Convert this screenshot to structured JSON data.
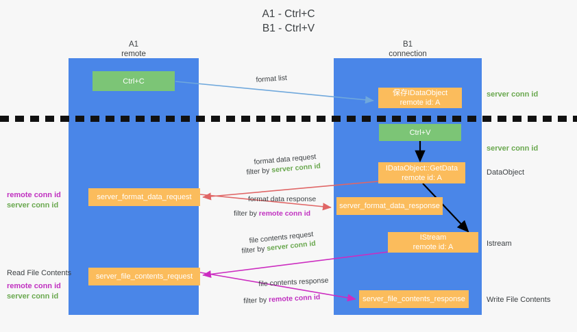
{
  "title": {
    "line1": "A1 - Ctrl+C",
    "line2": "B1 - Ctrl+V"
  },
  "columns": [
    {
      "name": "A1",
      "sub": "remote"
    },
    {
      "name": "B1",
      "sub": "connection"
    }
  ],
  "nodes": {
    "ctrl_c": "Ctrl+C",
    "ctrl_v": "Ctrl+V",
    "save_idataobject_line1": "保存IDataObject",
    "save_idataobject_line2": "remote id: A",
    "getdata_line1": "IDataObject::GetData",
    "getdata_line2": "remote id: A",
    "istream_line1": "IStream",
    "istream_line2": "remote id: A",
    "server_format_data_request": "server_format_data_request",
    "server_format_data_response": "server_format_data_response",
    "server_file_contents_request": "server_file_contents_request",
    "server_file_contents_response": "server_file_contents_response"
  },
  "edges": {
    "format_list": "format list",
    "format_data_request": "format data request",
    "format_data_response": "format data response",
    "file_contents_request": "file contents request",
    "file_contents_response": "file contents response",
    "filter_by": "filter by",
    "server_conn_id": "server conn id",
    "remote_conn_id": "remote conn id"
  },
  "side_labels": {
    "server_conn_id_top": "server conn id",
    "server_conn_id_mid": "server conn id",
    "dataobject": "DataObject",
    "istream": "Istream",
    "write_file_contents": "Write File Contents",
    "read_file_contents": "Read File Contents",
    "remote_conn_id": "remote conn id",
    "server_conn_id": "server conn id"
  },
  "colors": {
    "lane": "#4a86e8",
    "green_node": "#7cc576",
    "orange_node": "#fbbc5c",
    "server_conn_id": "#6aa84f",
    "remote_conn_id": "#c030c0",
    "arrow_blue": "#6fa8dc",
    "arrow_red": "#e06666",
    "arrow_magenta": "#cc2cc0",
    "arrow_black": "#000000",
    "background": "#f7f7f7"
  }
}
